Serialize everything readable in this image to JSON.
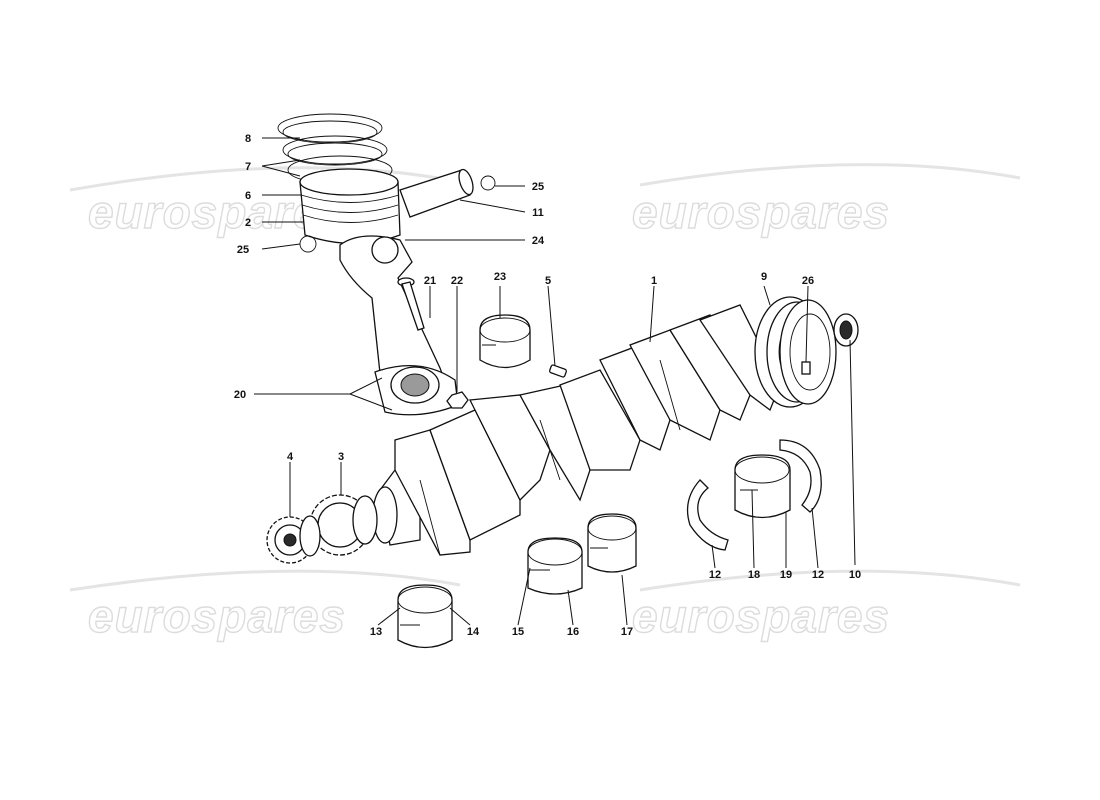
{
  "diagram": {
    "watermark_text": "eurospares",
    "callouts": [
      "1",
      "2",
      "3",
      "4",
      "5",
      "6",
      "7",
      "8",
      "9",
      "10",
      "11",
      "12",
      "12",
      "13",
      "14",
      "15",
      "16",
      "17",
      "18",
      "19",
      "20",
      "21",
      "22",
      "23",
      "24",
      "25",
      "25",
      "26"
    ]
  }
}
